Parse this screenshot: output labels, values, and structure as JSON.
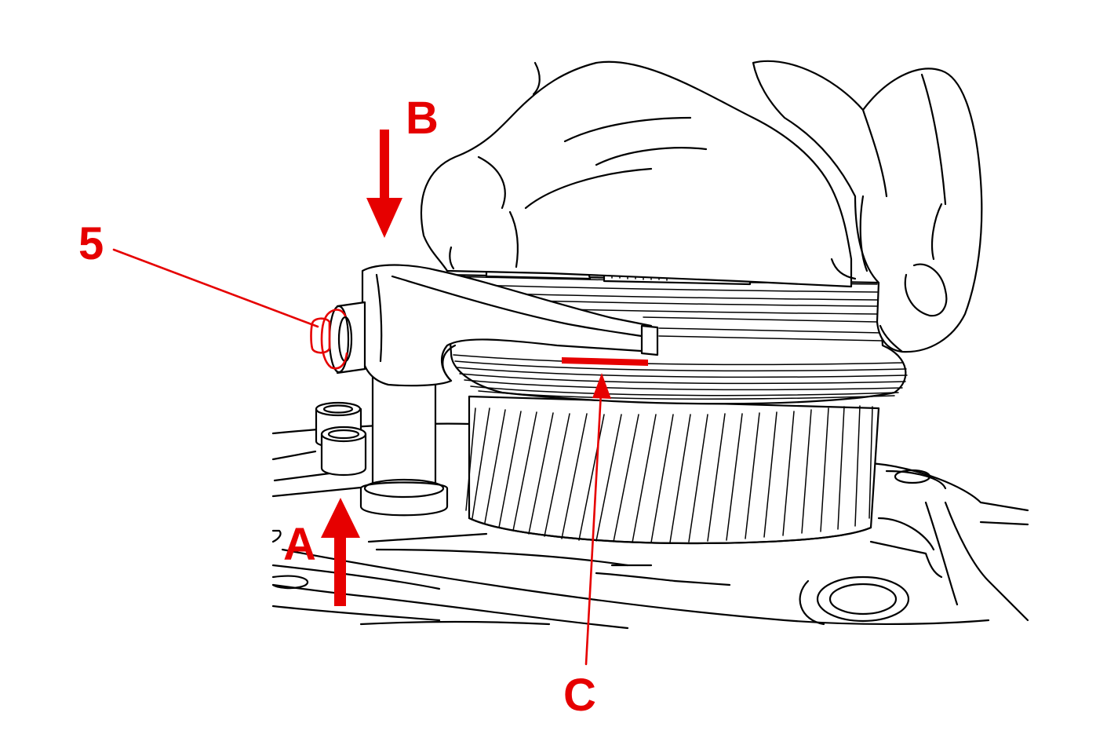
{
  "callouts": {
    "five": "5",
    "a": "A",
    "b": "B",
    "c": "C"
  },
  "colors": {
    "callout": "#e60000",
    "linework": "#000000",
    "background": "#ffffff"
  }
}
